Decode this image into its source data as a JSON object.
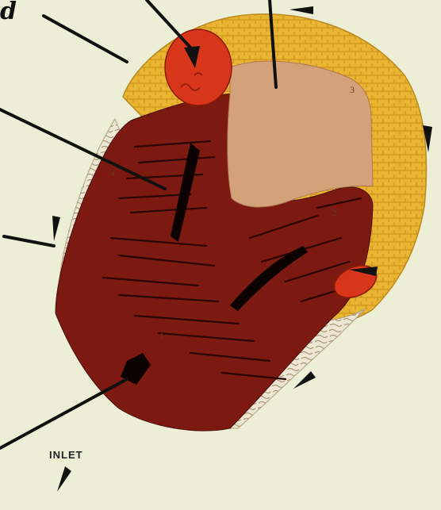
{
  "figure": {
    "labels": {
      "top_left_letter": "d",
      "inlet": "INLET"
    },
    "region_numbers": {
      "zone_1": "1",
      "zone_2": "2",
      "zone_3": "3",
      "zone_4": "4"
    },
    "colors": {
      "background": "#ecefd6",
      "outer_yellow_zone": "#e9b431",
      "dark_red_core": "#7c1a12",
      "tan_region": "#d4a27a",
      "orange_red_spots": "#d8361a",
      "pale_crescents": "#ece6d2",
      "leader_lines": "#111111"
    }
  }
}
